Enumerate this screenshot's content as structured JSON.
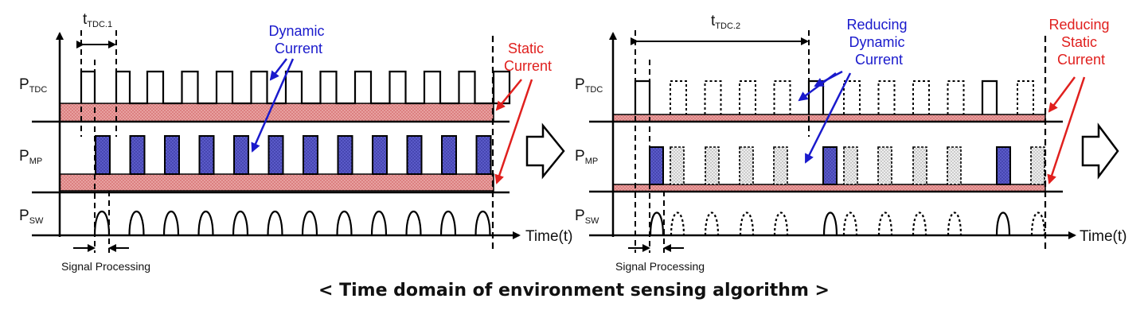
{
  "caption": "< Time domain of environment sensing algorithm >",
  "row_labels": {
    "tdc_main": "P",
    "tdc_sub": "TDC",
    "mp_main": "P",
    "mp_sub": "MP",
    "sw_main": "P",
    "sw_sub": "SW"
  },
  "time_axis_label": "Time(t)",
  "signal_processing_label": "Signal Processing",
  "left_panel": {
    "interval_main": "t",
    "interval_sub": "TDC.1",
    "annotation_blue": [
      "Dynamic",
      "Current"
    ],
    "annotation_red": [
      "Static",
      "Current"
    ]
  },
  "right_panel": {
    "interval_main": "t",
    "interval_sub": "TDC.2",
    "annotation_blue": [
      "Reducing",
      "Dynamic",
      "Current"
    ],
    "annotation_red": [
      "Reducing",
      "Static",
      "Current"
    ]
  },
  "colors": {
    "dynamic_current": "#1a1acc",
    "static_current": "#e0201e",
    "static_fill": "#e8a0a0",
    "dynamic_fill": "#5a5ac8",
    "reduced_fill": "#dddddd"
  },
  "icons": [
    "arrow-right-icon",
    "arrow-right-icon"
  ]
}
